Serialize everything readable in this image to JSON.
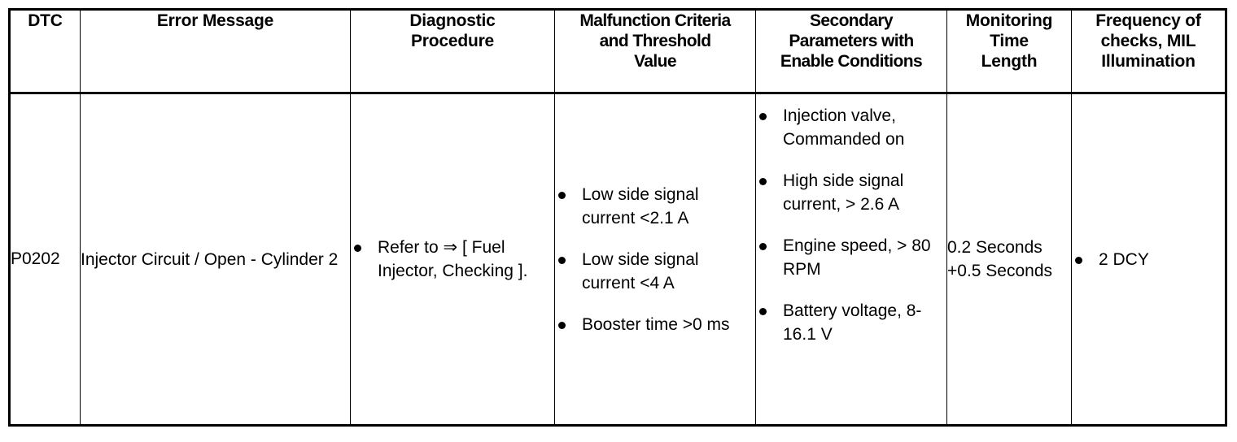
{
  "table": {
    "columns": [
      {
        "key": "dtc",
        "header": "DTC"
      },
      {
        "key": "error",
        "header": "Error Message"
      },
      {
        "key": "diagnostic",
        "header": "Diagnostic\nProcedure"
      },
      {
        "key": "malfunction",
        "header": "Malfunction Criteria\nand Threshold\nValue"
      },
      {
        "key": "secondary",
        "header": "Secondary\nParameters with\nEnable Conditions"
      },
      {
        "key": "monitoring",
        "header": "Monitoring\nTime\nLength"
      },
      {
        "key": "frequency",
        "header": "Frequency of\nchecks, MIL\nIllumination"
      }
    ],
    "headers": {
      "dtc": "DTC",
      "error_message": "Error Message",
      "diagnostic_procedure_line1": "Diagnostic",
      "diagnostic_procedure_line2": "Procedure",
      "malfunction_line1": "Malfunction Criteria",
      "malfunction_line2": "and Threshold",
      "malfunction_line3": "Value",
      "secondary_line1": "Secondary",
      "secondary_line2": "Parameters with",
      "secondary_line3": "Enable Conditions",
      "monitoring_line1": "Monitoring",
      "monitoring_line2": "Time",
      "monitoring_line3": "Length",
      "frequency_line1": "Frequency of",
      "frequency_line2": "checks, MIL",
      "frequency_line3": "Illumination"
    },
    "rows": [
      {
        "dtc": "P0202",
        "error_message": "Injector Circuit / Open - Cylinder 2",
        "diagnostic_procedure": [
          "Refer to ⇒ [ Fuel Injector, Checking ]."
        ],
        "malfunction_criteria": [
          "Low side signal current <2.1 A",
          "Low side signal current <4 A",
          "Booster time >0 ms"
        ],
        "secondary_parameters": [
          "Injection valve, Commanded on",
          "High side signal current, > 2.6 A",
          "Engine speed, > 80 RPM",
          "Battery voltage, 8-16.1 V"
        ],
        "monitoring_time_length": "0.2 Seconds +0.5 Seconds",
        "frequency_of_checks": [
          "2 DCY"
        ]
      }
    ]
  },
  "style": {
    "border_color": "#000000",
    "text_color": "#000000",
    "background": "#ffffff"
  }
}
